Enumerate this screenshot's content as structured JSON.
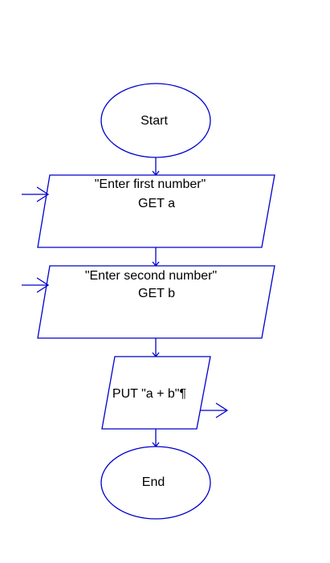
{
  "diagram": {
    "stroke_color": "#0000cc",
    "text_color": "#000000",
    "background": "#ffffff",
    "nodes": {
      "start": {
        "shape": "ellipse",
        "label": "Start"
      },
      "input_a": {
        "shape": "parallelogram",
        "line1": "\"Enter first number\"",
        "line2": "GET a"
      },
      "input_b": {
        "shape": "parallelogram",
        "line1": "\"Enter second number\"",
        "line2": "GET b"
      },
      "output": {
        "shape": "parallelogram",
        "label": "PUT \"a + b\"¶"
      },
      "end": {
        "shape": "ellipse",
        "label": "End"
      }
    }
  }
}
